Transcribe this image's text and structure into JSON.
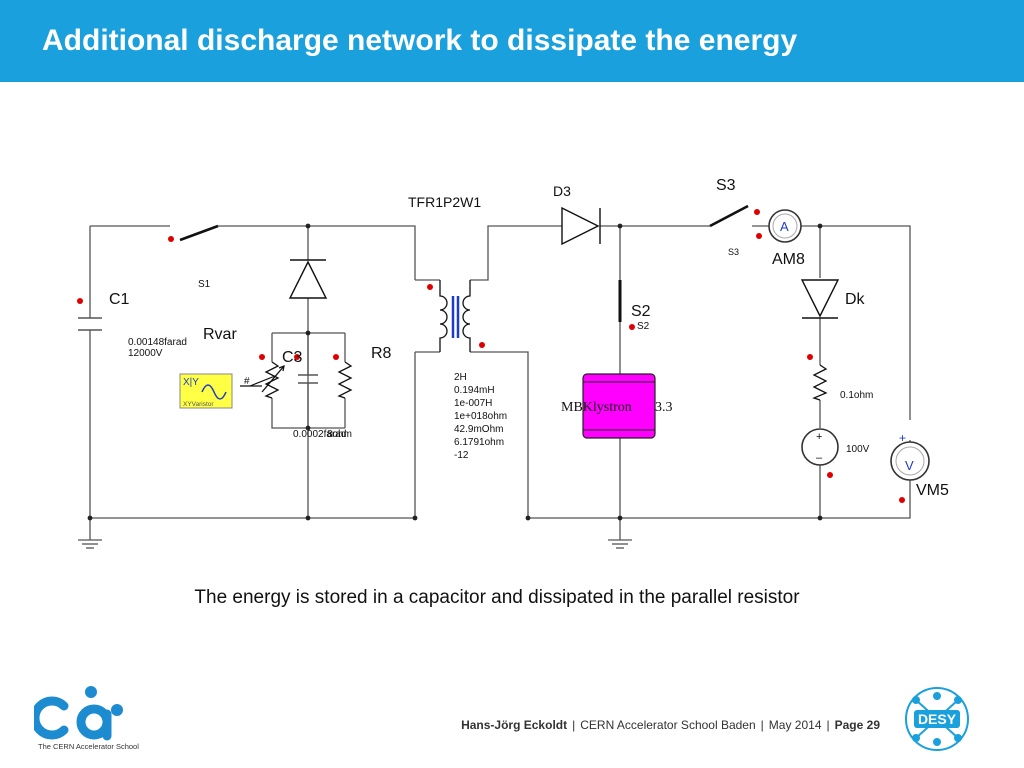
{
  "header": {
    "title": "Additional discharge network to dissipate the energy",
    "bg_color": "#1aa0dc"
  },
  "diagram": {
    "components": {
      "C1": "C1",
      "C1_value": "0.00148farad",
      "C1_voltage": "12000V",
      "S1": "S1",
      "Rvar": "Rvar",
      "C3": "C3",
      "R8": "R8",
      "C3_value": "0.0002farad",
      "R8_value": "8ohm",
      "varistor_label": "XYVaristor",
      "varistor_xy": "X|Y",
      "varistor_hash": "#",
      "TFR": "TFR1P2W1",
      "tfr_params": [
        "2H",
        "0.194mH",
        "1e-007H",
        "1e+018ohm",
        "42.9mOhm",
        "6.1791ohm",
        "-12"
      ],
      "D3": "D3",
      "S2": "S2",
      "S2_small": "S2",
      "klystron": "MBKlystron",
      "klystron_suffix": "3.3",
      "S3": "S3",
      "S3_small": "S3",
      "AM8": "AM8",
      "ammeter_symbol": "A",
      "Dk": "Dk",
      "R_dk_value": "0.1ohm",
      "source_value": "100V",
      "source_plus": "+",
      "source_minus": "–",
      "VM5": "VM5",
      "voltmeter_symbol": "V",
      "voltmeter_plus": "+"
    }
  },
  "caption": "The energy is stored in a capacitor and dissipated in the parallel resistor",
  "footer": {
    "author": "Hans-Jörg Eckoldt",
    "event": "CERN Accelerator School Baden",
    "date": "May 2014",
    "page": "Page 29"
  },
  "logos": {
    "cas_text": "The CERN Accelerator School",
    "desy_text": "DESY"
  },
  "colors": {
    "wire": "#555555",
    "node_dot": "#e00000",
    "klystron_fill": "#ff00ff",
    "transformer_core": "#1a3cc8",
    "cas_logo": "#1d8bd0",
    "desy_logo": "#1aa0dc"
  }
}
